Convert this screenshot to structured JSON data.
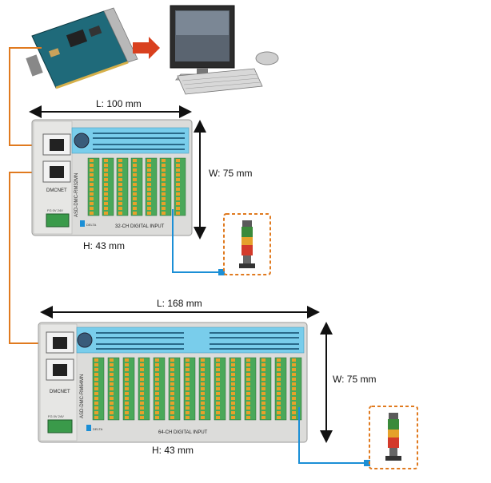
{
  "module_small": {
    "model": "ASD-DMC-RM32MN",
    "title": "32-CH DIGITAL INPUT",
    "port_label": "DMCNET",
    "brand": "DELTA",
    "power_label": "FG 0V 24V",
    "length": "L: 100 mm",
    "width": "W: 75 mm",
    "height": "H: 43 mm"
  },
  "module_large": {
    "model": "ASD-DMC-RM64MN",
    "title": "64-CH DIGITAL INPUT",
    "port_label": "DMCNET",
    "brand": "DELTA",
    "power_label": "FG 0V 24V",
    "length": "L: 168 mm",
    "width": "W: 75 mm",
    "height": "H: 43 mm"
  },
  "colors": {
    "cable_orange": "#e07a1f",
    "cable_blue": "#1b8fd6",
    "panel_blue": "#79cdeb",
    "module_gray": "#d9d9d7",
    "terminal_green": "#3a9a4a",
    "arrow_red": "#d9401e"
  }
}
